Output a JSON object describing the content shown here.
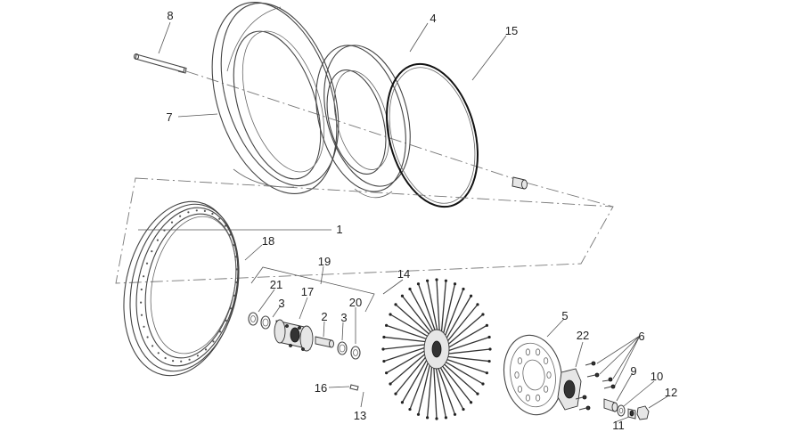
{
  "callouts": {
    "c1": "1",
    "c2": "2",
    "c3a": "3",
    "c3b": "3",
    "c4": "4",
    "c5": "5",
    "c6": "6",
    "c7": "7",
    "c8": "8",
    "c9": "9",
    "c10": "10",
    "c11": "11",
    "c12": "12",
    "c13": "13",
    "c14": "14",
    "c15": "15",
    "c16": "16",
    "c17": "17",
    "c18": "18",
    "c19": "19",
    "c20": "20",
    "c21": "21",
    "c22": "22"
  }
}
